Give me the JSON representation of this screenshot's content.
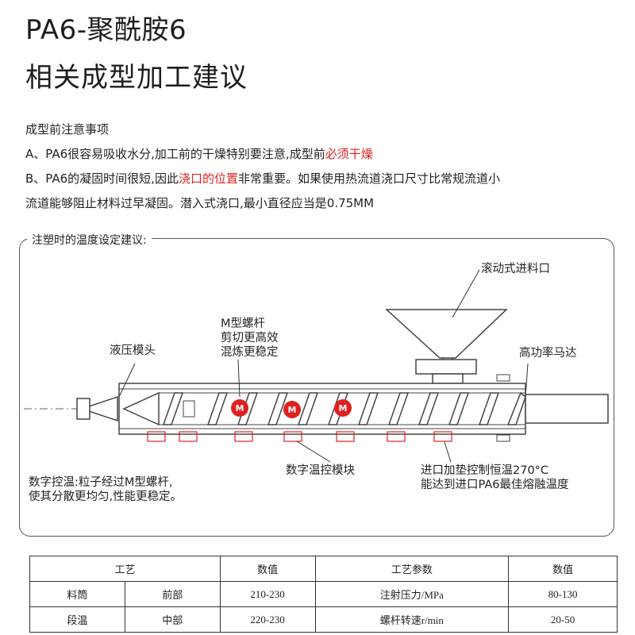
{
  "title": {
    "line1": "PA6-聚酰胺6",
    "line2": "相关成型加工建议"
  },
  "notes": {
    "heading": "成型前注意事项",
    "a_prefix": "A、PA6很容易吸收水分,加工前的干燥特别要注意,成型前",
    "a_highlight": "必须干燥",
    "b_prefix": "B、PA6的凝固时间很短,因此",
    "b_highlight": "浇口的位置",
    "b_suffix": "非常重要。如果使用热流道浇口尺寸比常规流道小",
    "b_line2": "流道能够阻止材料过早凝固。潜入式浇口,最小直径应当是0.75MM",
    "highlight_color": "#e02020"
  },
  "diagram": {
    "title": "注塑时的温度设定建议:",
    "hopper_label": "滚动式进料口",
    "screw_label": [
      "M型螺杆",
      "剪切更高效",
      "混炼更稳定"
    ],
    "nozzle_label": "液压模头",
    "motor_label": "高功率马达",
    "module_label": "数字温控模块",
    "digital_label": [
      "数字控温:粒子经过M型螺杆,",
      "使其分散更均匀,性能更稳定。"
    ],
    "inlet_label": [
      "进口加垫控制恒温270°C",
      "能达到进口PA6最佳熔融温度"
    ],
    "m_badge": "M",
    "badge_color": "#e02020"
  },
  "table": {
    "headers": [
      "工艺",
      "数值",
      "工艺参数",
      "数值"
    ],
    "rows": [
      [
        "料筒",
        "前部",
        "210-230",
        "注射压力/MPa",
        "80-130"
      ],
      [
        "段温",
        "中部",
        "220-230",
        "螺杆转速r/min",
        "20-50"
      ]
    ]
  }
}
